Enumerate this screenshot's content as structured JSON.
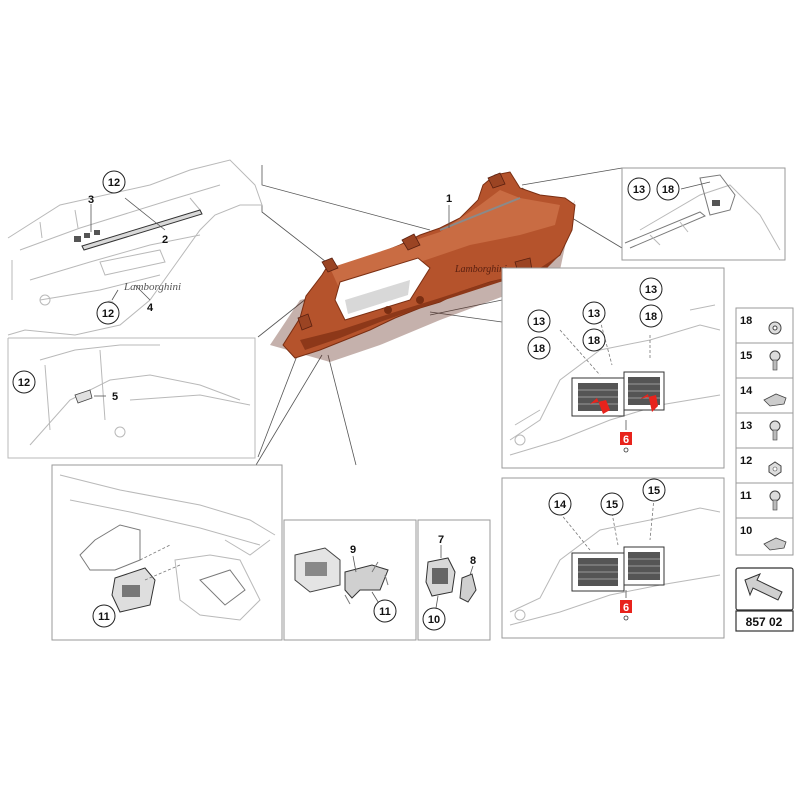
{
  "diagram_code": "857 02",
  "callouts": {
    "c1": "1",
    "c2": "2",
    "c3": "3",
    "c4": "4",
    "c5": "5",
    "c6a": "6",
    "c6b": "6",
    "c7": "7",
    "c8": "8",
    "c9": "9",
    "c10": "10",
    "c11a": "11",
    "c11b": "11",
    "c12a": "12",
    "c12b": "12",
    "c12c": "12",
    "c13a": "13",
    "c13b": "13",
    "c13c": "13",
    "c13d": "13",
    "c18a": "18",
    "c18b": "18",
    "c18c": "18",
    "c18d": "18",
    "c14": "14",
    "c15a": "15",
    "c15b": "15"
  },
  "logo_script": "Lamborghini",
  "legend": [
    {
      "num": "18",
      "icon": "washer-icon"
    },
    {
      "num": "15",
      "icon": "screw-icon"
    },
    {
      "num": "14",
      "icon": "clip-icon"
    },
    {
      "num": "13",
      "icon": "screw-icon"
    },
    {
      "num": "12",
      "icon": "nut-icon"
    },
    {
      "num": "11",
      "icon": "screw-icon"
    },
    {
      "num": "10",
      "icon": "clip-icon"
    }
  ],
  "colors": {
    "part": "#b5532c",
    "part_dark": "#7a2e12",
    "highlight": "#e8231c",
    "box": "#9a9a9a"
  }
}
